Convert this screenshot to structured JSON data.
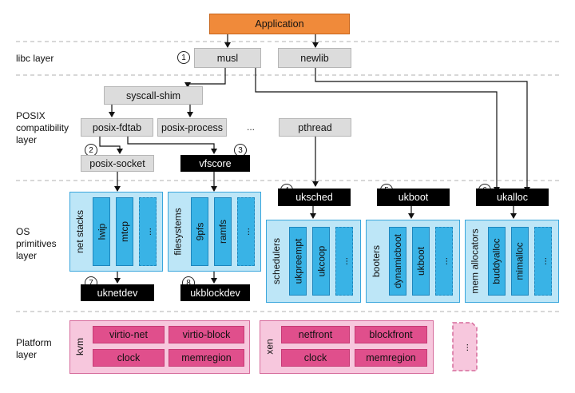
{
  "layers": {
    "libc": "libc layer",
    "posix": "POSIX\ncompatibility\nlayer",
    "os": "OS\nprimitives\nlayer",
    "platform": "Platform\nlayer"
  },
  "application": "Application",
  "libc": {
    "musl": "musl",
    "newlib": "newlib"
  },
  "posix": {
    "syscall_shim": "syscall-shim",
    "fdtab": "posix-fdtab",
    "process": "posix-process",
    "more": "...",
    "pthread": "pthread",
    "socket": "posix-socket",
    "vfscore": "vfscore"
  },
  "numbers": [
    "1",
    "2",
    "3",
    "4",
    "5",
    "6",
    "7",
    "8"
  ],
  "os": {
    "net": {
      "title": "net stacks",
      "items": [
        "lwip",
        "mtcp",
        "..."
      ],
      "api": "uknetdev"
    },
    "fs": {
      "title": "filesystems",
      "items": [
        "9pfs",
        "ramfs",
        "..."
      ],
      "api": "ukblockdev"
    },
    "sched": {
      "api": "uksched",
      "title": "schedulers",
      "items": [
        "ukpreempt",
        "ukcoop",
        "..."
      ]
    },
    "boot": {
      "api": "ukboot",
      "title": "booters",
      "items": [
        "dynamicboot",
        "ukboot",
        "..."
      ]
    },
    "alloc": {
      "api": "ukalloc",
      "title": "mem allocators",
      "items": [
        "buddyalloc",
        "mimalloc",
        "..."
      ]
    }
  },
  "platform": {
    "kvm": {
      "title": "kvm",
      "items": [
        "virtio-net",
        "virtio-block",
        "clock",
        "memregion"
      ]
    },
    "xen": {
      "title": "xen",
      "items": [
        "netfront",
        "blockfront",
        "clock",
        "memregion"
      ]
    },
    "more": "..."
  }
}
